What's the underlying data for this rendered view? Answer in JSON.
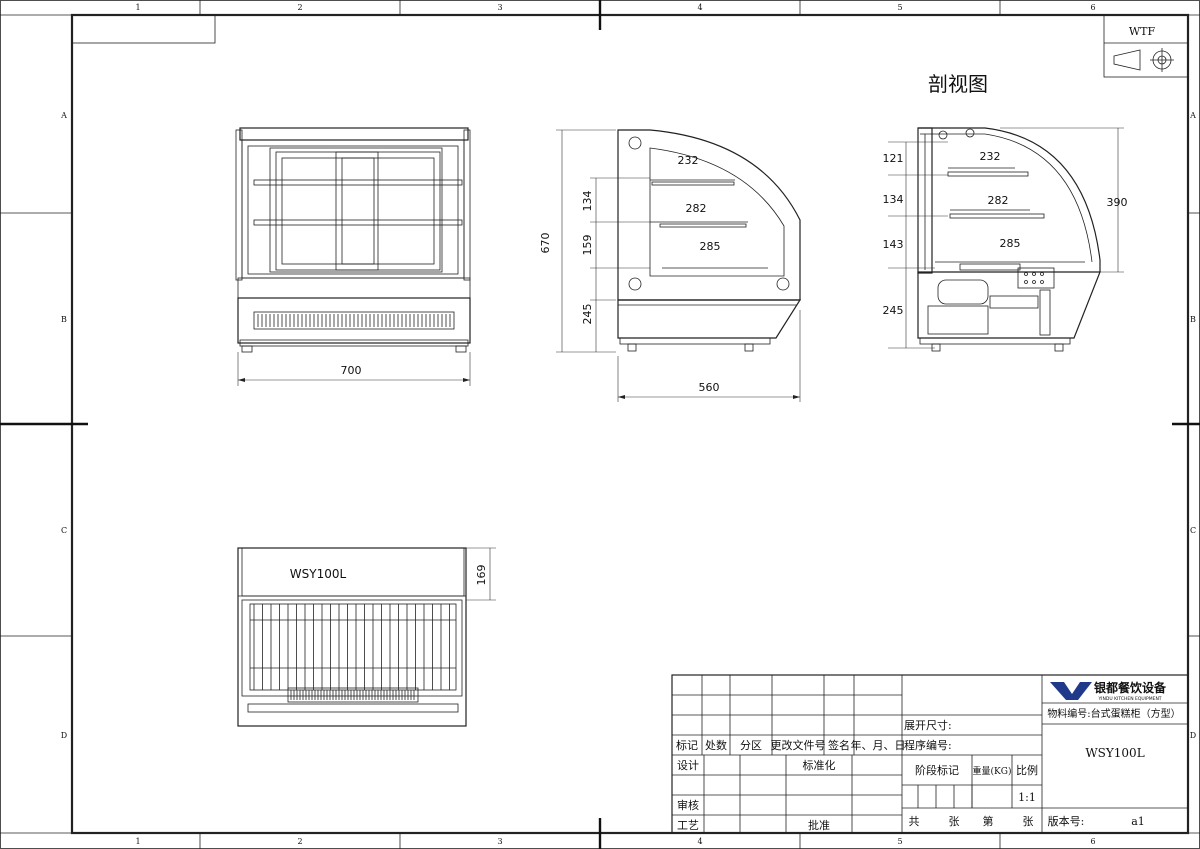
{
  "border": {
    "col_labels": [
      "1",
      "2",
      "3",
      "4",
      "5",
      "6"
    ],
    "row_labels": [
      "A",
      "B",
      "C",
      "D"
    ]
  },
  "corner_tag": "WTF",
  "section_title": "剖视图",
  "front_view": {
    "width_dim": "700"
  },
  "side_view": {
    "height_dim": "670",
    "dims_left": [
      "134",
      "159",
      "245"
    ],
    "shelf_dims": [
      "232",
      "282",
      "285"
    ],
    "depth_dim": "560"
  },
  "section_view": {
    "dims_left": [
      "121",
      "134",
      "143",
      "245"
    ],
    "shelf_dims": [
      "232",
      "282",
      "285"
    ],
    "height_dim": "390"
  },
  "top_view": {
    "label": "WSY100L",
    "depth_dim": "169"
  },
  "title_block": {
    "logo_cn": "银都餐饮设备",
    "logo_en": "YINDU KITCHEN EQUIPMENT",
    "material_label": "物料编号:台式蛋糕柜（方型）",
    "unfold_size_label": "展开尺寸:",
    "program_no_label": "程序编号:",
    "model": "WSY100L",
    "rev_headers": [
      "标记",
      "处数",
      "分区",
      "更改文件号",
      "签名",
      "年、月、日"
    ],
    "design": "设计",
    "standardize": "标准化",
    "check": "审核",
    "process": "工艺",
    "approve": "批准",
    "stage_mark": "阶段标记",
    "weight": "重量(KG)",
    "scale": "比例",
    "scale_value": "1:1",
    "sheets": [
      "共",
      "张",
      "第",
      "张"
    ],
    "version_label": "版本号:",
    "version_value": "a1"
  }
}
